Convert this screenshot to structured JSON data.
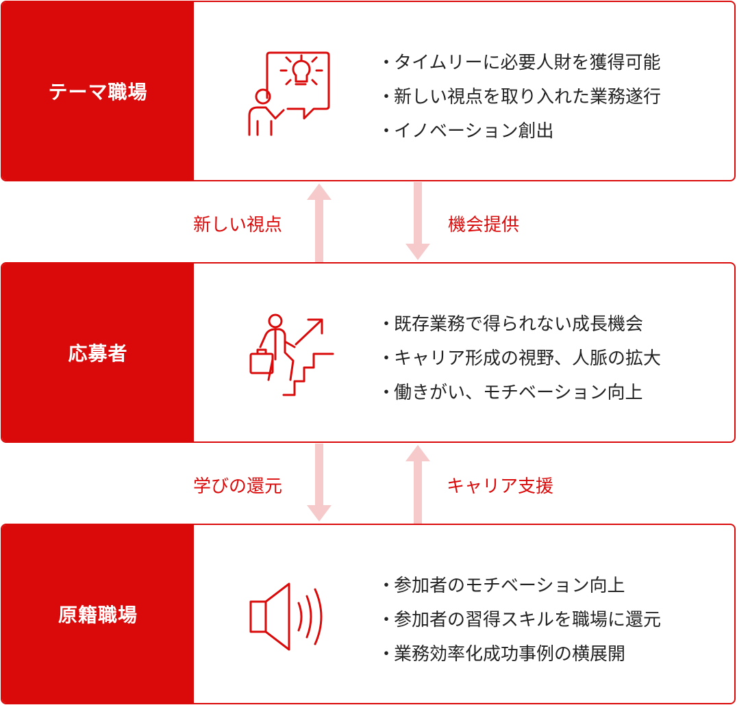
{
  "cards": [
    {
      "title": "テーマ職場",
      "icon": "presenter-lightbulb-icon",
      "items": [
        "タイムリーに必要人財を獲得可能",
        "新しい視点を取り入れた業務遂行",
        "イノベーション創出"
      ]
    },
    {
      "title": "応募者",
      "icon": "climbing-stairs-growth-icon",
      "items": [
        "既存業務で得られない成長機会",
        "キャリア形成の視野、人脈の拡大",
        "働きがい、モチベーション向上"
      ]
    },
    {
      "title": "原籍職場",
      "icon": "speaker-sound-icon",
      "items": [
        "参加者のモチベーション向上",
        "参加者の習得スキルを職場に還元",
        "業務効率化成功事例の横展開"
      ]
    }
  ],
  "bullet": "・",
  "flows": {
    "upper_left": "新しい視点",
    "upper_right": "機会提供",
    "lower_left": "学びの還元",
    "lower_right": "キャリア支援"
  },
  "colors": {
    "accent": "#db0a0a",
    "arrow": "#f6caca",
    "text": "#222222"
  }
}
